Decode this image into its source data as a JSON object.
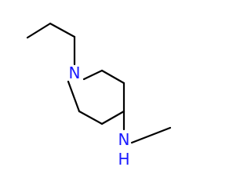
{
  "molecule": {
    "atoms": {
      "ring_nitrogen": "N",
      "amine_nitrogen": "N",
      "amine_hydrogen": "H"
    },
    "colors": {
      "bond": "#000000",
      "nitrogen": "#1a1aff",
      "background": "#ffffff"
    }
  }
}
